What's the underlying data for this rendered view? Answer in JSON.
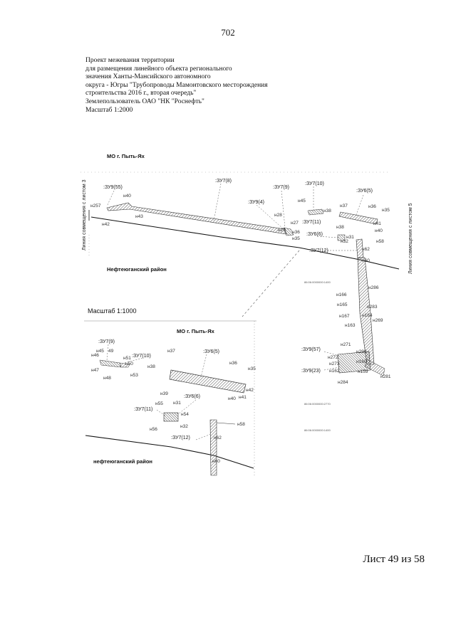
{
  "page_number": "702",
  "header_lines": [
    "Проект межевания территории",
    "для размещения линейного объекта регионального",
    "значения Ханты-Мансийского автономного",
    "округа - Югры \"Трубопроводы Мамонтовского месторождения",
    "строительства 2016 г., вторая очередь\"",
    "Землепользователь ОАО \"НК \"Роснефть\"",
    "Масштаб 1:2000"
  ],
  "main_map": {
    "municipality": "МО г. Пыть-Ях",
    "district": "Нефтеюганский район",
    "left_edge": "Линия совмещения с листом 3",
    "right_edge": "Линия совмещения с листом 5",
    "parcels": [
      ":ЗУ9(55)",
      ":ЗУ7(8)",
      ":ЗУ9(4)",
      ":ЗУ7(9)",
      ":ЗУ7(10)",
      ":ЗУ6(5)",
      ":ЗУ7(11)",
      ":ЗУ6(6)",
      ":ЗУ7(12)",
      ":ЗУ9(57)",
      ":ЗУ9(23)"
    ],
    "points": [
      "н257",
      "н40",
      "н42",
      "н43",
      "н28",
      "н27",
      "н29",
      "н35",
      "н36",
      "н45",
      "н38",
      "н37",
      "н36",
      "н35",
      "н41",
      "н40",
      "н38",
      "н31",
      "н32",
      "н62",
      "н58",
      "н60",
      "н286",
      "н166",
      "н165",
      "н283",
      "н164",
      "н167",
      "н269",
      "н163",
      "н271",
      "н290",
      "н272",
      "н273",
      "н160",
      "н162",
      "н159",
      "н284",
      "н281"
    ],
    "cadastral_codes": [
      "86:06:0000000:1400",
      "86:06:0000000:2770",
      "86:06:0000000:1400"
    ]
  },
  "inset_map": {
    "scale": "Масштаб 1:1000",
    "municipality": "МО г. Пыть-Ях",
    "district": "нефтеюганский район",
    "parcels": [
      ":ЗУ7(9)",
      ":ЗУ7(10)",
      ":ЗУ6(5)",
      ":ЗУ6(6)",
      ":ЗУ7(11)",
      ":ЗУ7(12)"
    ],
    "points": [
      "н45",
      "49",
      "н46",
      "н51",
      "н50",
      "н47",
      "н53",
      "н48",
      "н37",
      "н38",
      "н36",
      "н35",
      "н39",
      "н40",
      "н41",
      "н42",
      "н31",
      "н55",
      "н54",
      "н56",
      "н32",
      "н62",
      "н58",
      "н60"
    ]
  },
  "footer": "Лист 49 из 58"
}
